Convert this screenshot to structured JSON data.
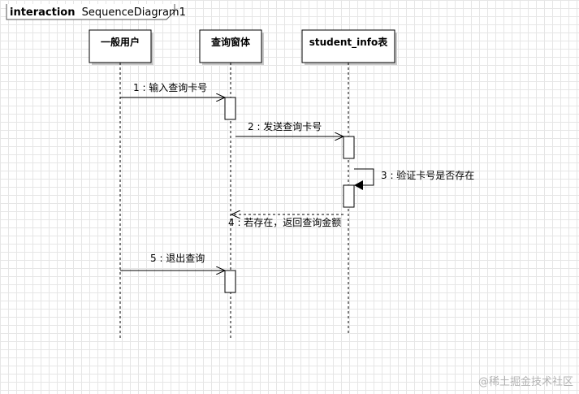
{
  "frame": {
    "keyword": "interaction",
    "name": "SequenceDiagram1"
  },
  "lifelines": [
    {
      "id": "user",
      "name": "一般用户"
    },
    {
      "id": "form",
      "name": "查询窗体"
    },
    {
      "id": "table",
      "name": "student_info表"
    }
  ],
  "messages": [
    {
      "from": "user",
      "to": "form",
      "label": "1 : 输入查询卡号",
      "kind": "sync"
    },
    {
      "from": "form",
      "to": "table",
      "label": "2 : 发送查询卡号",
      "kind": "sync"
    },
    {
      "from": "table",
      "to": "table",
      "label": "3 : 验证卡号是否存在",
      "kind": "self"
    },
    {
      "from": "table",
      "to": "form",
      "label": "4 : 若存在，返回查询金额",
      "kind": "return"
    },
    {
      "from": "user",
      "to": "form",
      "label": "5 : 退出查询",
      "kind": "sync"
    }
  ],
  "watermark": "@稀土掘金技术社区"
}
